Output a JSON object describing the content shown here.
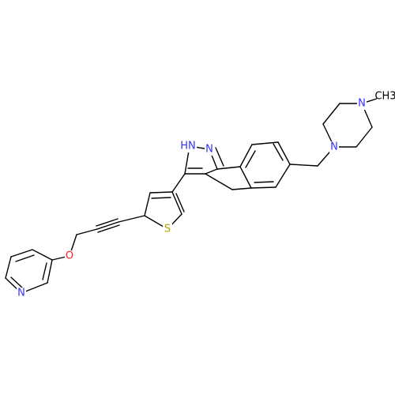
{
  "molecule": {
    "colors": {
      "bond": "#000000",
      "nitrogen": "#3232ff",
      "oxygen": "#ff2020",
      "sulfur": "#b2a000"
    },
    "atom_labels": [
      {
        "id": "n-methyl-top",
        "text": "N",
        "element": "N"
      },
      {
        "id": "methyl",
        "text": "CH3",
        "element": "C"
      },
      {
        "id": "n-piperazine-bottom",
        "text": "N",
        "element": "N"
      },
      {
        "id": "n-pyrazole-top",
        "text": "N",
        "element": "N"
      },
      {
        "id": "nh-pyrazole",
        "text": "HN",
        "element": "N"
      },
      {
        "id": "s-thiophene",
        "text": "S",
        "element": "S"
      },
      {
        "id": "o-ether",
        "text": "O",
        "element": "O"
      },
      {
        "id": "n-pyridine",
        "text": "N",
        "element": "N"
      }
    ]
  }
}
